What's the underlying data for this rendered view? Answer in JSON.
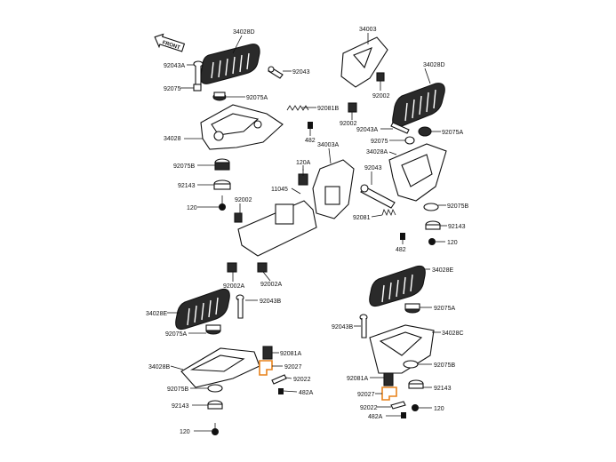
{
  "front_badge": "FRONT",
  "colors": {
    "highlight": "#e8821a",
    "ink": "#111111"
  },
  "labels": {
    "p34028D_l": "34028D",
    "p92043A_l": "92043A",
    "p92043_tl": "92043",
    "p92075_l": "92075",
    "p92075A_l": "92075A",
    "p92081B": "92081B",
    "p482_t": "482",
    "p34028_l": "34028",
    "p92075B_l": "92075B",
    "p92143_l": "92143",
    "p120_l": "120",
    "p34003": "34003",
    "p34028D_r": "34028D",
    "p92002_r": "92002",
    "p92002_c": "92002",
    "p92043A_r": "92043A",
    "p92075A_r": "92075A",
    "p92075_r": "92075",
    "p34028A": "34028A",
    "p120A": "120A",
    "p34003A": "34003A",
    "p11045": "11045",
    "p92043_m": "92043",
    "p92002_m": "92002",
    "p92081_m": "92081",
    "p92075B_r": "92075B",
    "p92143_r": "92143",
    "p120_r": "120",
    "p482_m": "482",
    "p92002A_1": "92002A",
    "p92002A_2": "92002A",
    "p34028E_l": "34028E",
    "p92043B_l": "92043B",
    "p92075A_bl": "92075A",
    "p34028E_r": "34028E",
    "p92075A_br": "92075A",
    "p92043B_r": "92043B",
    "p34028C": "34028C",
    "p34028B": "34028B",
    "p92081A_l": "92081A",
    "p92027_l": "92027",
    "p92022_l": "92022",
    "p482A_l": "482A",
    "p92075B_bl": "92075B",
    "p92143_bl": "92143",
    "p120_bl": "120",
    "p92075B_br": "92075B",
    "p92081A_r": "92081A",
    "p92143_br": "92143",
    "p92027_r": "92027",
    "p92022_r": "92022",
    "p120_br": "120",
    "p482A_r": "482A"
  }
}
